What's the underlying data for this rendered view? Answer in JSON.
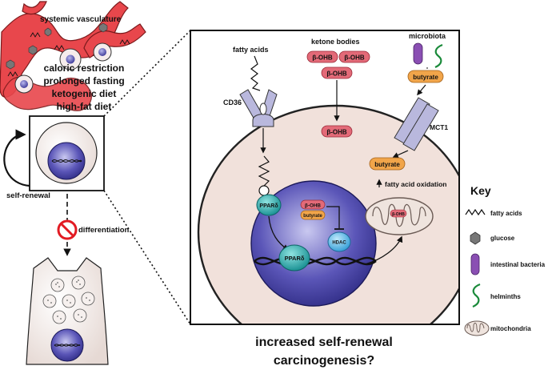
{
  "left": {
    "vasculature_label": "systemic vasculature",
    "conditions": [
      "caloric restriction",
      "prolonged fasting",
      "ketogenic diet",
      "high-fat diet"
    ],
    "self_renewal_label": "self-renewal",
    "differentiation_label": "differentiation"
  },
  "center": {
    "fatty_acids_label": "fatty acids",
    "cd36_label": "CD36",
    "ketone_bodies_label": "ketone bodies",
    "bohb": "β-OHB",
    "microbiota_label": "microbiota",
    "butyrate": "butyrate",
    "mct1_label": "MCT1",
    "fao_label": "fatty acid oxidation",
    "ppar_label": "PPARδ",
    "hdac_label": "HDAC"
  },
  "key": {
    "title": "Key",
    "items": [
      "fatty acids",
      "glucose",
      "intestinal bacteria",
      "helminths",
      "mitochondria"
    ]
  },
  "bottom": {
    "line1": "increased self-renewal",
    "line2": "carcinogenesis?"
  },
  "colors": {
    "vessel": "#e8474c",
    "cell_fill": "#f3e6e0",
    "nucleus": "#4a45a8",
    "ppar": "#21a8a8",
    "hdac": "#4fb3e6",
    "bohb_pill": "#e36a78",
    "butyrate_pill": "#f1a54a",
    "cd36": "#b9b8dd"
  }
}
